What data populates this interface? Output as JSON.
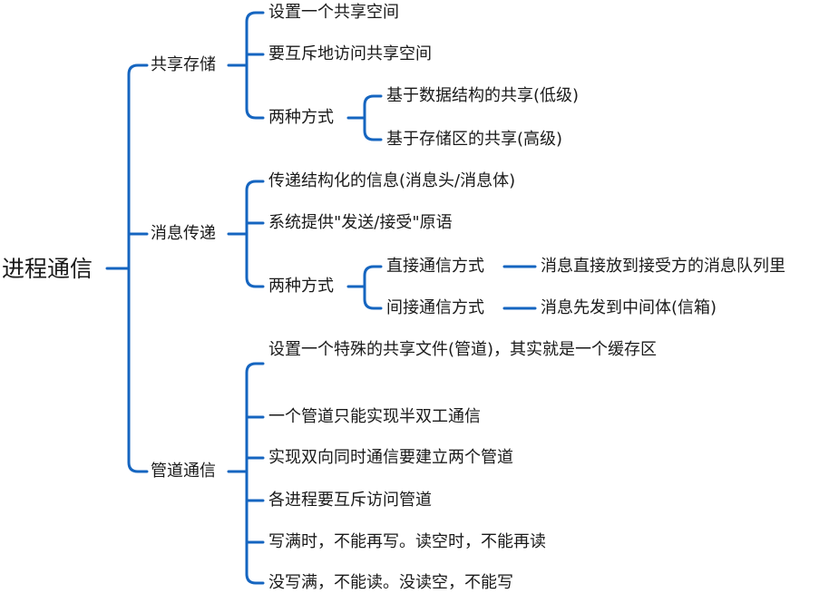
{
  "root": "进程通信",
  "branches": [
    {
      "label": "共享存储",
      "children": [
        {
          "label": "设置一个共享空间"
        },
        {
          "label": "要互斥地访问共享空间"
        },
        {
          "label": "两种方式",
          "children": [
            {
              "label": "基于数据结构的共享(低级)"
            },
            {
              "label": "基于存储区的共享(高级)"
            }
          ]
        }
      ]
    },
    {
      "label": "消息传递",
      "children": [
        {
          "label": "传递结构化的信息(消息头/消息体)"
        },
        {
          "label": "系统提供\"发送/接受\"原语"
        },
        {
          "label": "两种方式",
          "children": [
            {
              "label": "直接通信方式",
              "detail": "消息直接放到接受方的消息队列里"
            },
            {
              "label": "间接通信方式",
              "detail": "消息先发到中间体(信箱)"
            }
          ]
        }
      ]
    },
    {
      "label": "管道通信",
      "children": [
        {
          "label": "设置一个特殊的共享文件(管道)，其实就是一个缓存区"
        },
        {
          "label": "一个管道只能实现半双工通信"
        },
        {
          "label": "实现双向同时通信要建立两个管道"
        },
        {
          "label": "各进程要互斥访问管道"
        },
        {
          "label": "写满时，不能再写。读空时，不能再读"
        },
        {
          "label": "没写满，不能读。没读空，不能写"
        }
      ]
    }
  ],
  "colors": {
    "connector": "#1565c0",
    "text": "#1a1a1a"
  }
}
